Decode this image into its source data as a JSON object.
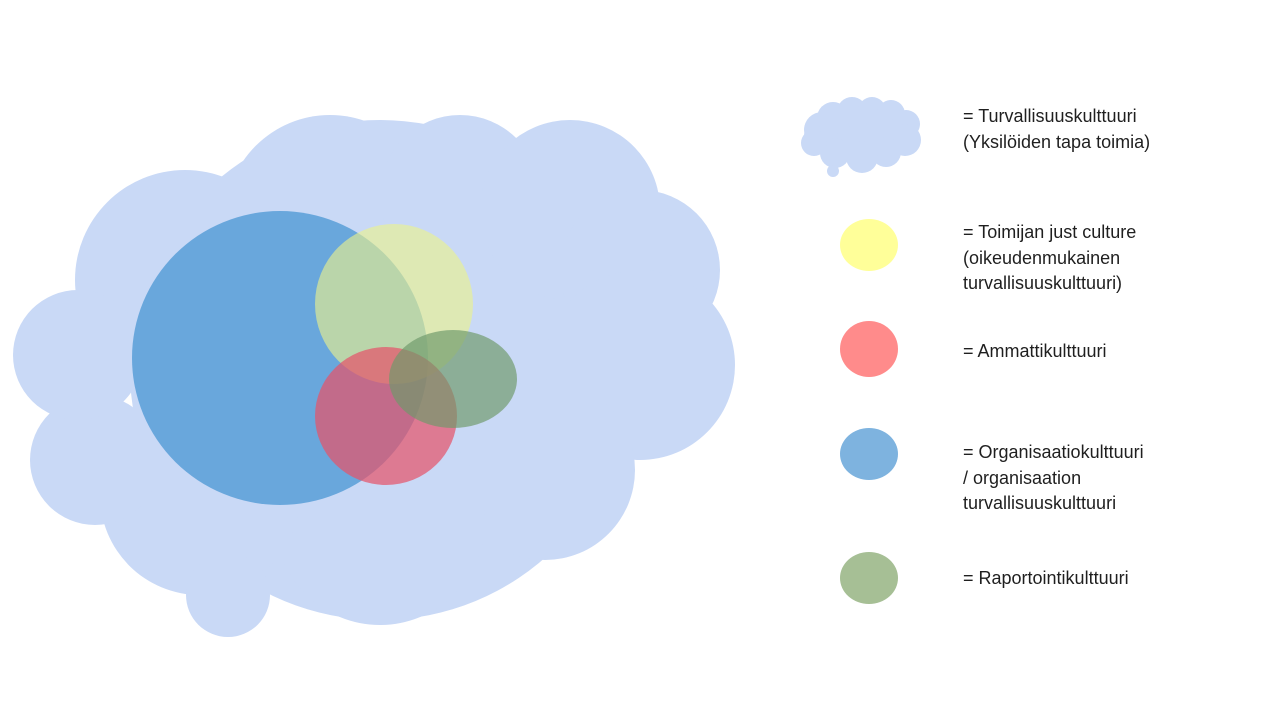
{
  "colors": {
    "cloud": "#c9d9f6",
    "organisation": "#5b9fd8",
    "just_culture": "#ebf28a",
    "professional": "#e4556b",
    "reporting": "#6f9a6a",
    "legend_yellow": "#ffff99",
    "legend_red": "#ff8b8b",
    "legend_blue": "#7eb3df",
    "legend_green": "#a6bf95"
  },
  "legend": [
    {
      "id": "safety-culture",
      "icon": "cloud-icon",
      "lines": [
        "= Turvallisuuskulttuuri",
        "(Yksilöiden tapa toimia)"
      ]
    },
    {
      "id": "just-culture",
      "icon": "yellow-circle-icon",
      "lines": [
        "= Toimijan just culture",
        "(oikeudenmukainen",
        "turvallisuuskulttuuri)"
      ]
    },
    {
      "id": "professional-culture",
      "icon": "red-circle-icon",
      "lines": [
        "= Ammattikulttuuri"
      ]
    },
    {
      "id": "organisational-culture",
      "icon": "blue-circle-icon",
      "lines": [
        "= Organisaatiokulttuuri",
        "/ organisaation",
        "turvallisuuskulttuuri"
      ]
    },
    {
      "id": "reporting-culture",
      "icon": "green-circle-icon",
      "lines": [
        "= Raportointikulttuuri"
      ]
    }
  ]
}
